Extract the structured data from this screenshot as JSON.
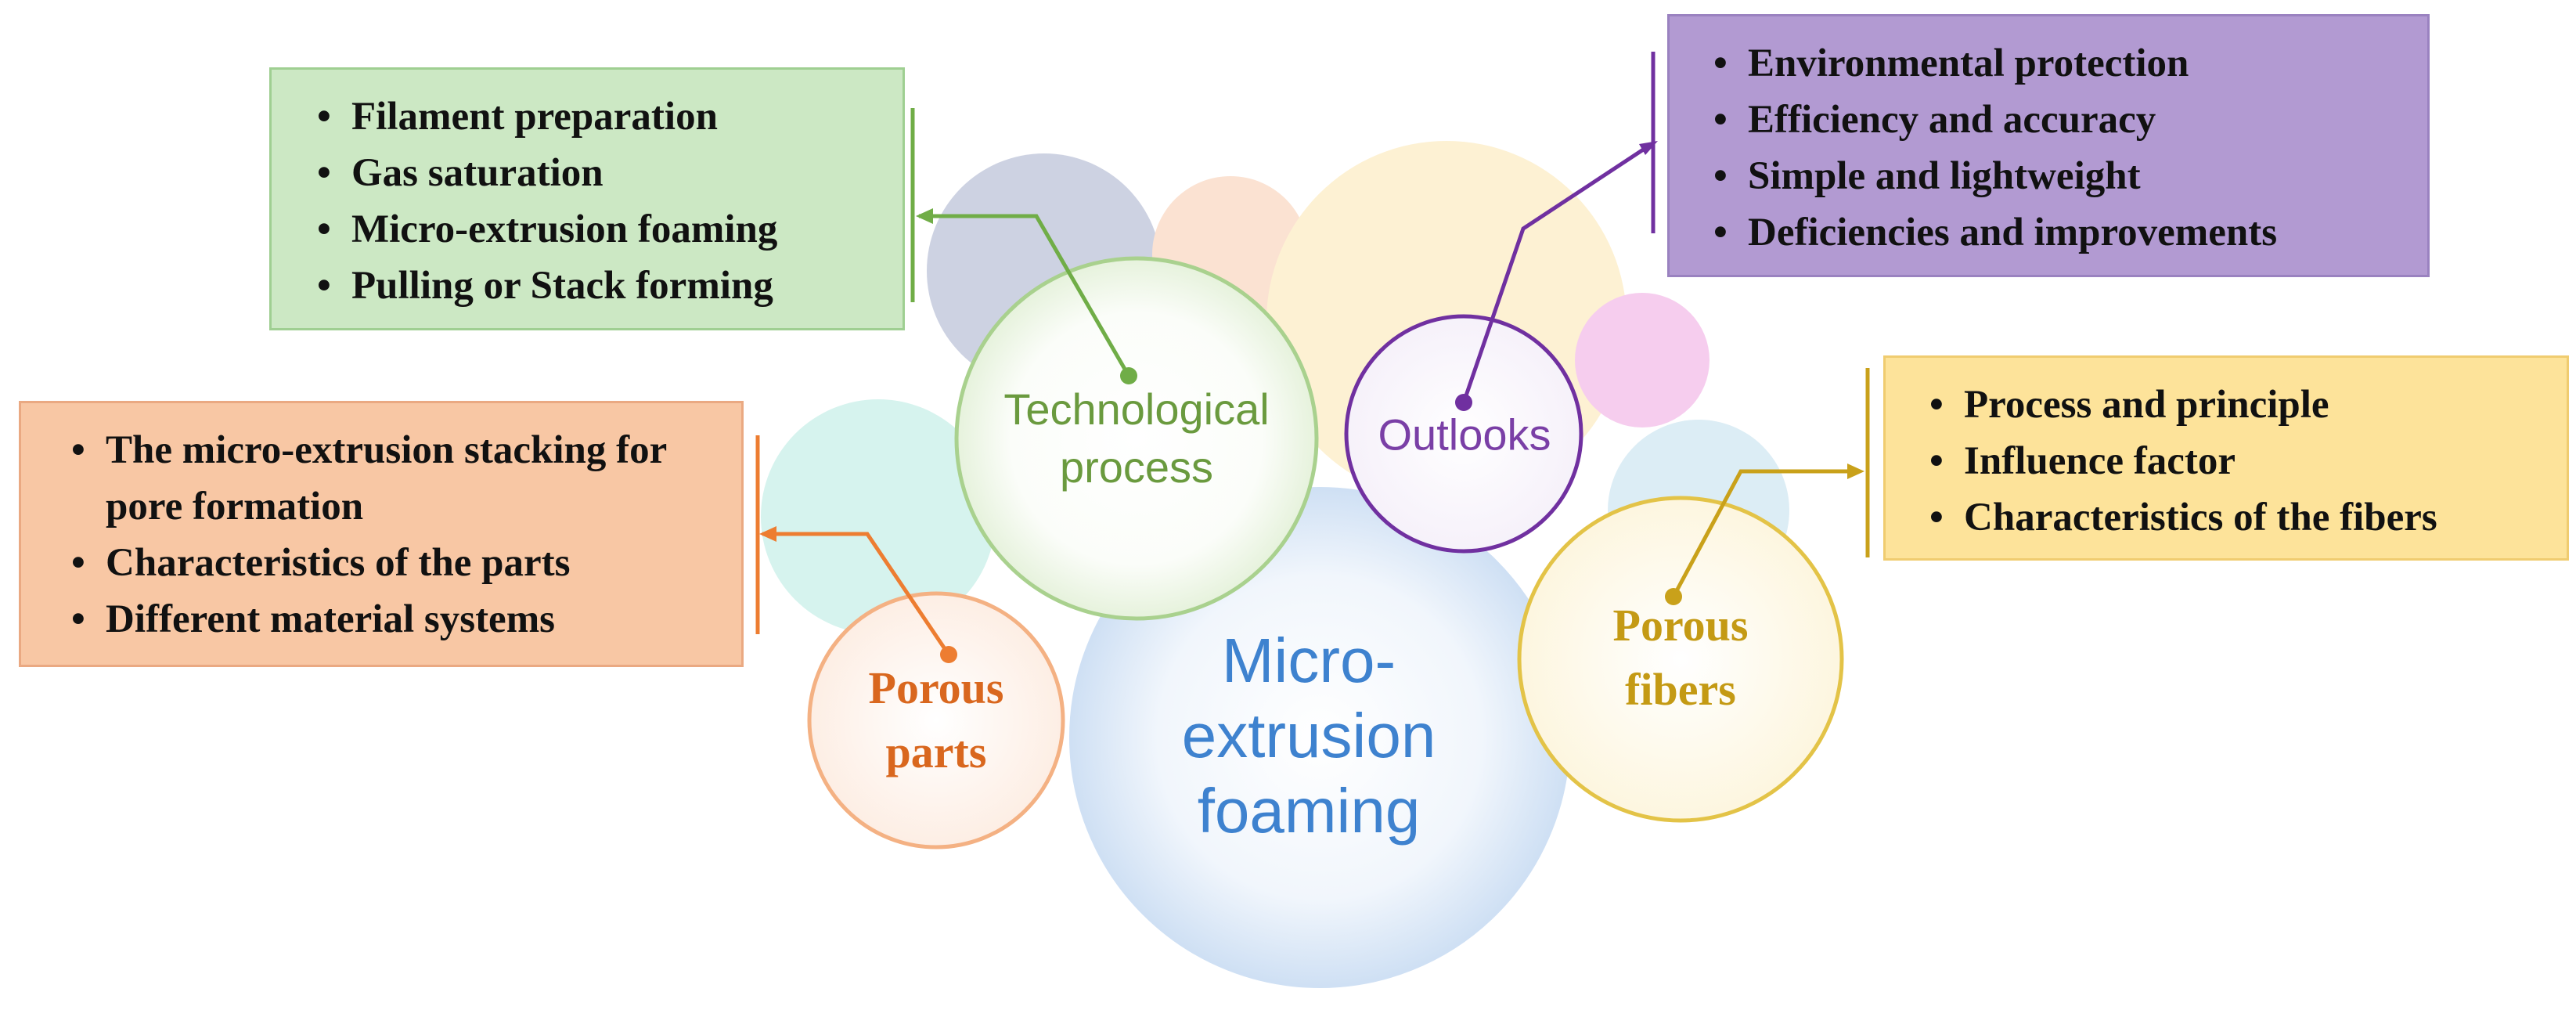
{
  "hub": {
    "label_lines": [
      "Micro-",
      "extrusion",
      "foaming"
    ]
  },
  "nodes": {
    "technological_process": {
      "label_lines": [
        "Technological",
        "process"
      ],
      "items": [
        "Filament preparation",
        "Gas saturation",
        "Micro-extrusion foaming",
        "Pulling or Stack forming"
      ]
    },
    "outlooks": {
      "label_lines": [
        "Outlooks"
      ],
      "items": [
        "Environmental protection",
        "Efficiency and accuracy",
        "Simple and lightweight",
        "Deficiencies and improvements"
      ]
    },
    "porous_parts": {
      "label_lines": [
        "Porous",
        "parts"
      ],
      "items": [
        "The micro-extrusion stacking for pore formation",
        "Characteristics of the parts",
        "Different material systems"
      ]
    },
    "porous_fibers": {
      "label_lines": [
        "Porous",
        "fibers"
      ],
      "items": [
        "Process and principle",
        "Influence factor",
        "Characteristics of the fibers"
      ]
    }
  },
  "colors": {
    "technological_process": "#70ad47",
    "outlooks": "#7030a0",
    "porous_parts": "#ed7d31",
    "porous_fibers": "#c9a11a",
    "hub": "#3e82cf"
  }
}
